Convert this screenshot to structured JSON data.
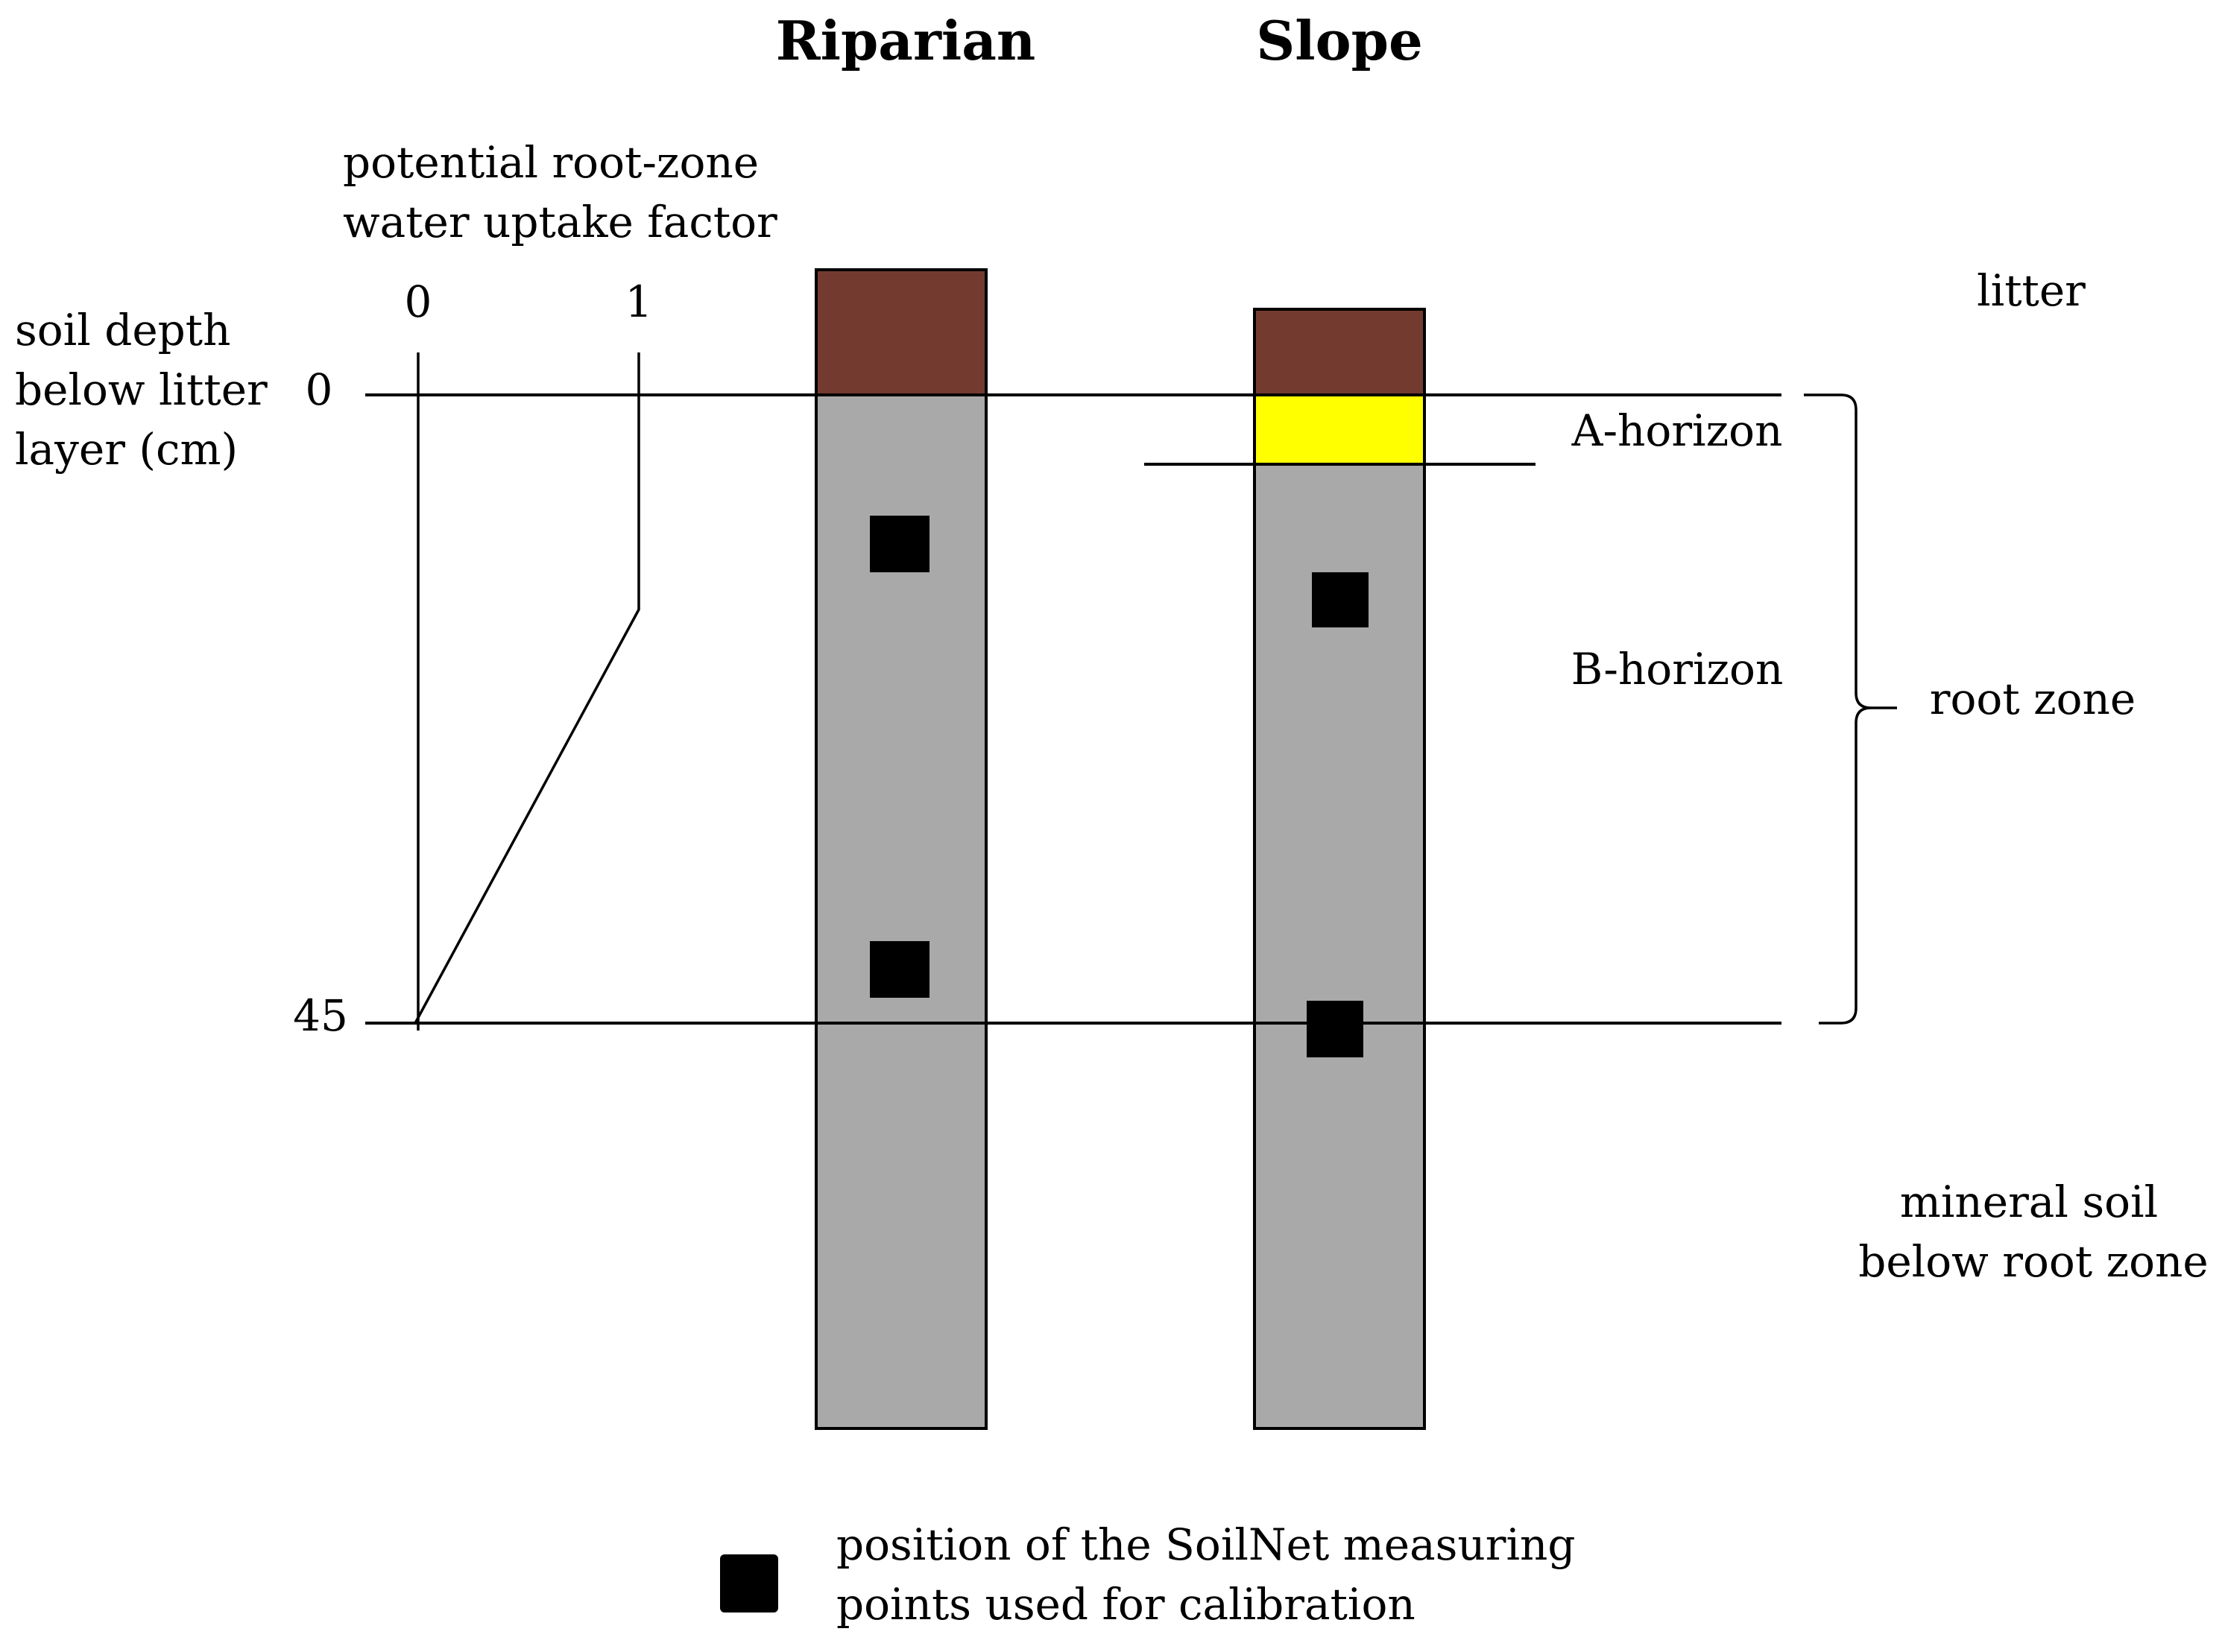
{
  "columns": {
    "riparian": {
      "title": "Riparian"
    },
    "slope": {
      "title": "Slope"
    }
  },
  "uptake_axis": {
    "title_line1": "potential root-zone",
    "title_line2": "water uptake factor",
    "tick_min": "0",
    "tick_max": "1"
  },
  "depth_axis": {
    "label_line1": "soil depth",
    "label_line2": "below litter",
    "label_line3": "layer (cm)",
    "tick_top": "0",
    "tick_bottom": "45"
  },
  "layers": {
    "litter": "litter",
    "a_horizon": "A-horizon",
    "b_horizon": "B-horizon",
    "root_zone": "root zone",
    "mineral_line1": "mineral soil",
    "mineral_line2": "below root zone"
  },
  "legend": {
    "line1": "position of the SoilNet measuring",
    "line2": "points used for calibration"
  },
  "colors": {
    "litter": "#733B30",
    "a_horizon": "#FFFF00",
    "soil": "#A9A9A9",
    "marker": "#000000"
  }
}
